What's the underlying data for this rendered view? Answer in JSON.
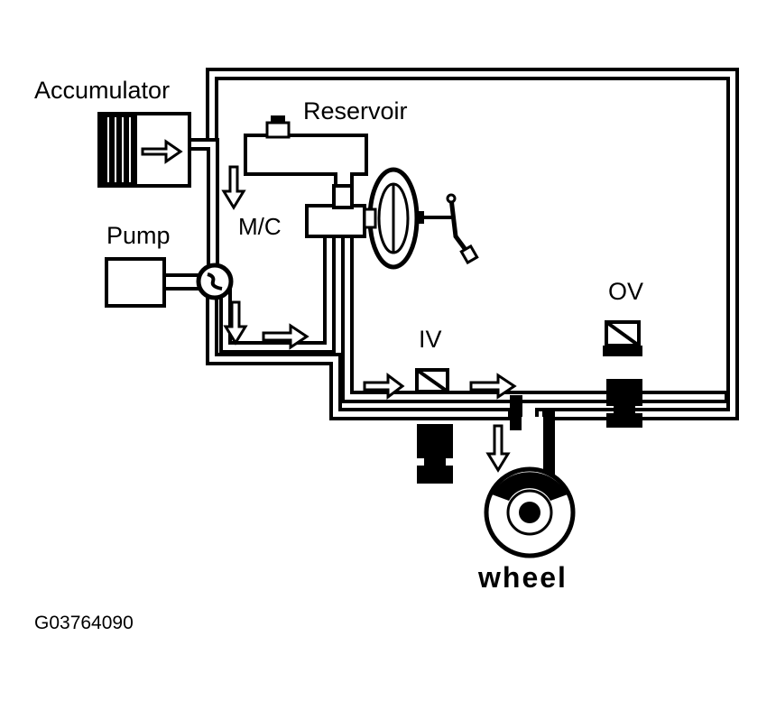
{
  "labels": {
    "accumulator": "Accumulator",
    "reservoir": "Reservoir",
    "master_cylinder": "M/C",
    "pump": "Pump",
    "inlet_valve": "IV",
    "outlet_valve": "OV",
    "wheel": "wheel",
    "figure_code": "G03764090"
  },
  "colors": {
    "ink": "#000000",
    "paper": "#ffffff"
  }
}
